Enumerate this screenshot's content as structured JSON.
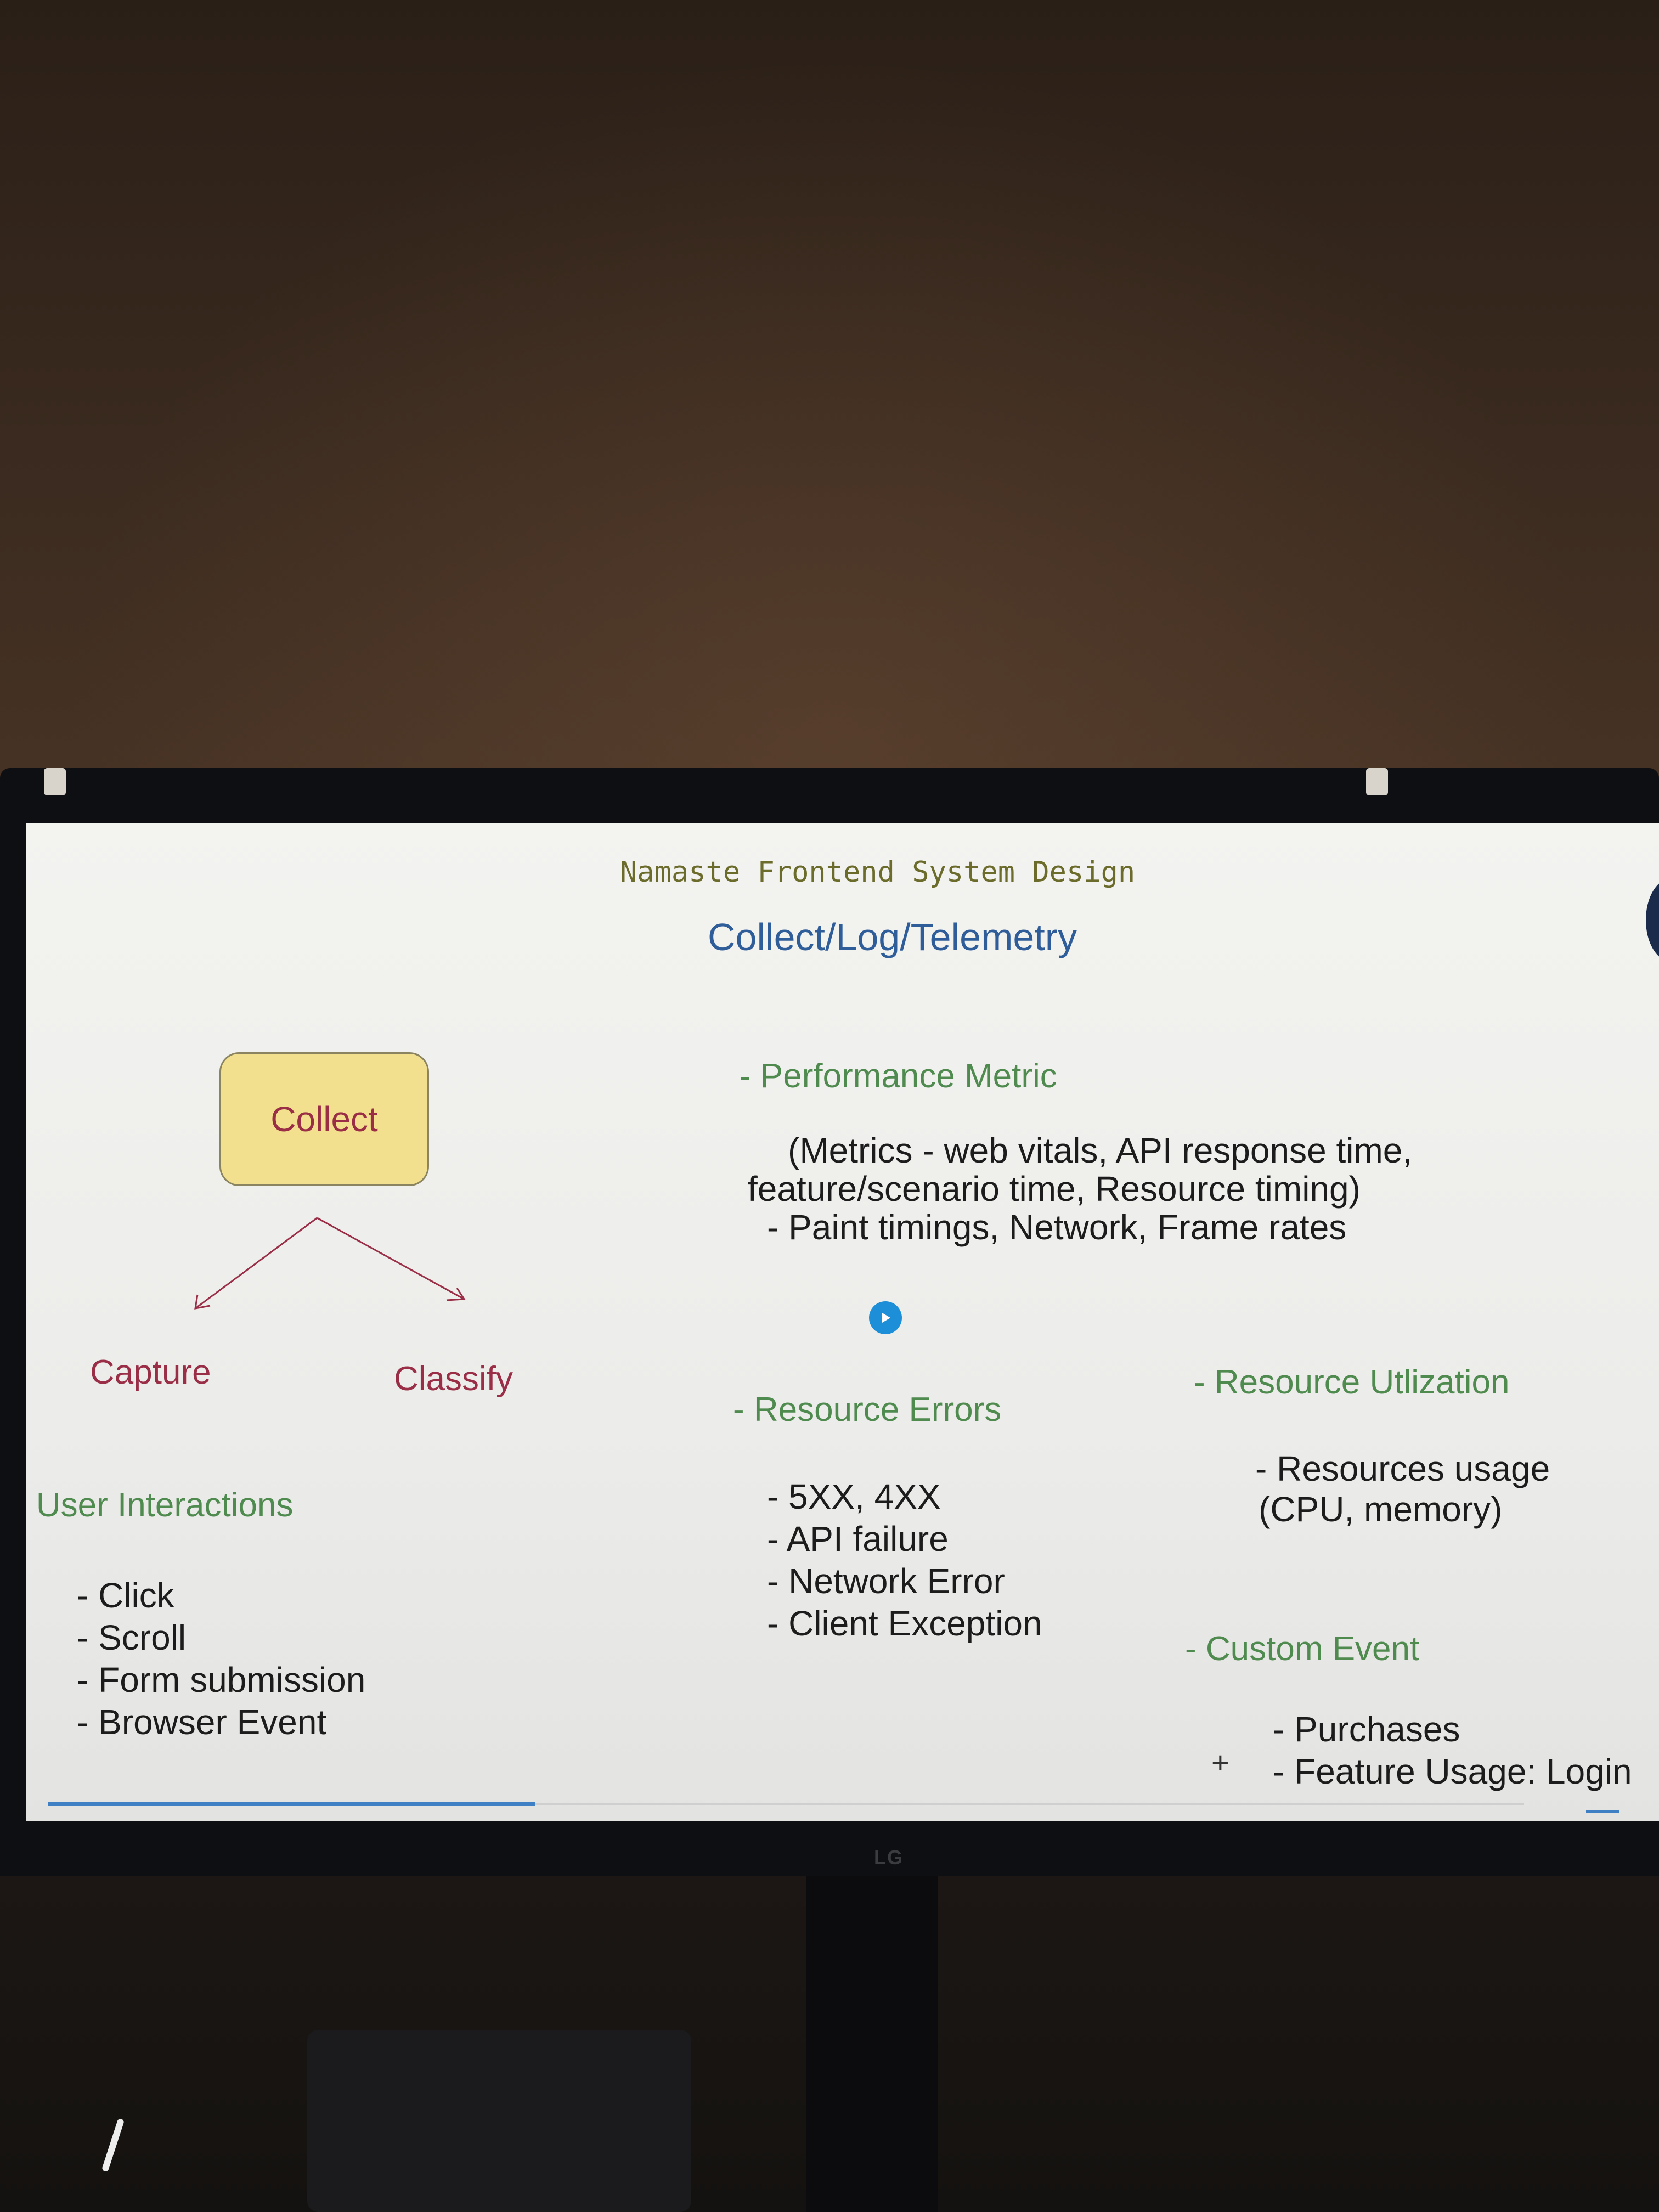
{
  "slide": {
    "header": "Namaste Frontend System Design",
    "title": "Collect/Log/Telemetry",
    "collect_label": "Collect",
    "capture_label": "Capture",
    "classify_label": "Classify",
    "user_interactions": {
      "heading": "- User Interactions",
      "items": [
        "- Click",
        "- Scroll",
        "- Form submission",
        "- Browser Event"
      ]
    },
    "performance": {
      "heading": "- Performance Metric",
      "line1": "(Metrics - web vitals, API response time,",
      "line2": "feature/scenario time, Resource timing)",
      "line3": "- Paint timings, Network, Frame rates"
    },
    "resource_errors": {
      "heading": "- Resource Errors",
      "items": [
        "- 5XX, 4XX",
        "- API failure",
        "- Network Error",
        "- Client Exception"
      ]
    },
    "resource_utilization": {
      "heading": "- Resource Utlization",
      "line1": "- Resources usage",
      "line2": "(CPU, memory)"
    },
    "custom_event": {
      "heading": "- Custom Event",
      "items": [
        "- Purchases",
        "- Feature Usage: Login"
      ]
    },
    "plus_glyph": "+"
  },
  "monitor": {
    "brand": "LG"
  },
  "video": {
    "progress": 0.33
  },
  "colors": {
    "header": "#6b6b2c",
    "title": "#2f5d9a",
    "heading_green": "#4f8a4f",
    "label_red": "#9a2e47",
    "collect_fill": "#f2e08e",
    "play_button": "#1d8fd8"
  }
}
